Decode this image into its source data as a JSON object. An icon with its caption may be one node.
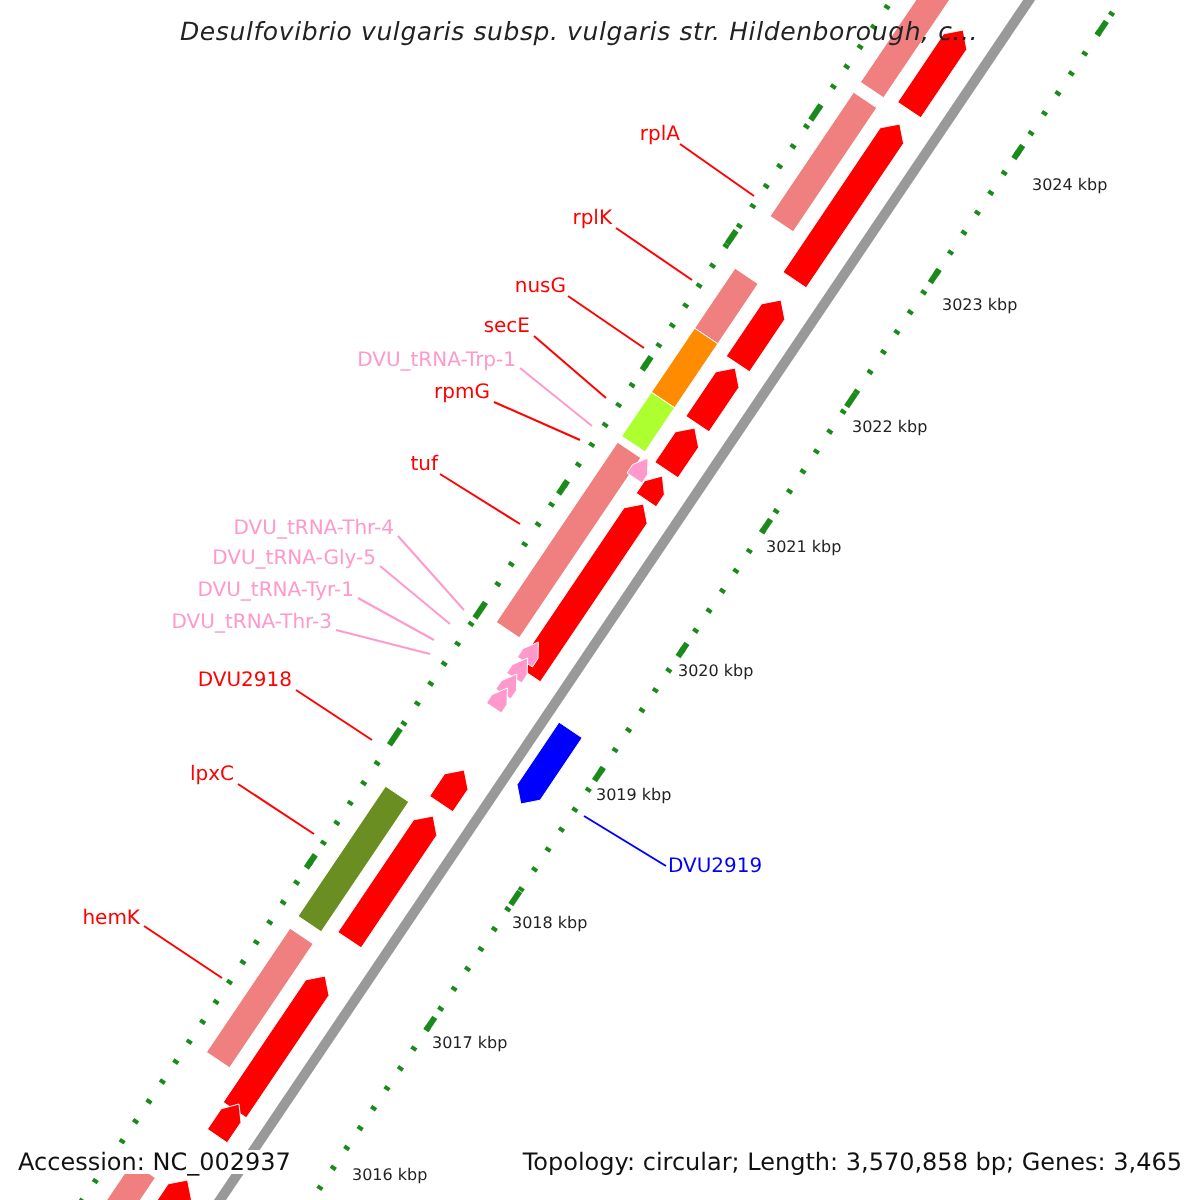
{
  "diagram": {
    "title": "Desulfovibrio vulgaris subsp. vulgaris str. Hildenborough, c...",
    "nodes": [
      {
        "text": [
          "rplA"
        ]
      },
      {
        "text": [
          "rplK"
        ]
      },
      {
        "text": [
          "nusG"
        ]
      },
      {
        "text": [
          "secE"
        ]
      },
      {
        "text": [
          "DVU_tRNA-Trp-1"
        ]
      },
      {
        "text": [
          "rpmG"
        ]
      },
      {
        "text": [
          "tuf"
        ]
      },
      {
        "text": [
          "DVU_tRNA-Thr-4"
        ]
      },
      {
        "text": [
          "DVU_tRNA-Gly-5"
        ]
      },
      {
        "text": [
          "DVU_tRNA-Tyr-1"
        ]
      },
      {
        "text": [
          "DVU_tRNA-Thr-3"
        ]
      },
      {
        "text": [
          "DVU2918"
        ]
      },
      {
        "text": [
          "lpxC"
        ]
      },
      {
        "text": [
          "DVU2919"
        ]
      },
      {
        "text": [
          "hemK"
        ]
      }
    ],
    "edges": [
      {
        "from": 0,
        "to": null,
        "arrow": "none"
      },
      {
        "from": 1,
        "to": null,
        "arrow": "none"
      },
      {
        "from": 2,
        "to": null,
        "arrow": "none"
      },
      {
        "from": 3,
        "to": null,
        "arrow": "none"
      },
      {
        "from": 4,
        "to": null,
        "arrow": "none",
        "color": "#ff99cc"
      },
      {
        "from": 5,
        "to": null,
        "arrow": "none"
      },
      {
        "from": 6,
        "to": null,
        "arrow": "none"
      },
      {
        "from": 7,
        "to": null,
        "arrow": "none",
        "color": "#ff99cc"
      },
      {
        "from": 8,
        "to": null,
        "arrow": "none",
        "color": "#ff99cc"
      },
      {
        "from": 9,
        "to": null,
        "arrow": "none",
        "color": "#ff99cc"
      },
      {
        "from": 10,
        "to": null,
        "arrow": "none",
        "color": "#ff99cc"
      },
      {
        "from": 11,
        "to": null,
        "arrow": "none"
      },
      {
        "from": 12,
        "to": null,
        "arrow": "none"
      },
      {
        "from": 13,
        "to": null,
        "arrow": "none",
        "color": "#0000ff"
      },
      {
        "from": 14,
        "to": null,
        "arrow": "none"
      }
    ],
    "labels": [
      "3024 kbp",
      "3023 kbp",
      "3022 kbp",
      "3021 kbp",
      "3020 kbp",
      "3019 kbp",
      "3018 kbp",
      "3017 kbp",
      "3016 kbp",
      "Accession: NC_002937",
      "Topology: circular; Length: 3,570,858 bp; Genes: 3,465"
    ]
  }
}
